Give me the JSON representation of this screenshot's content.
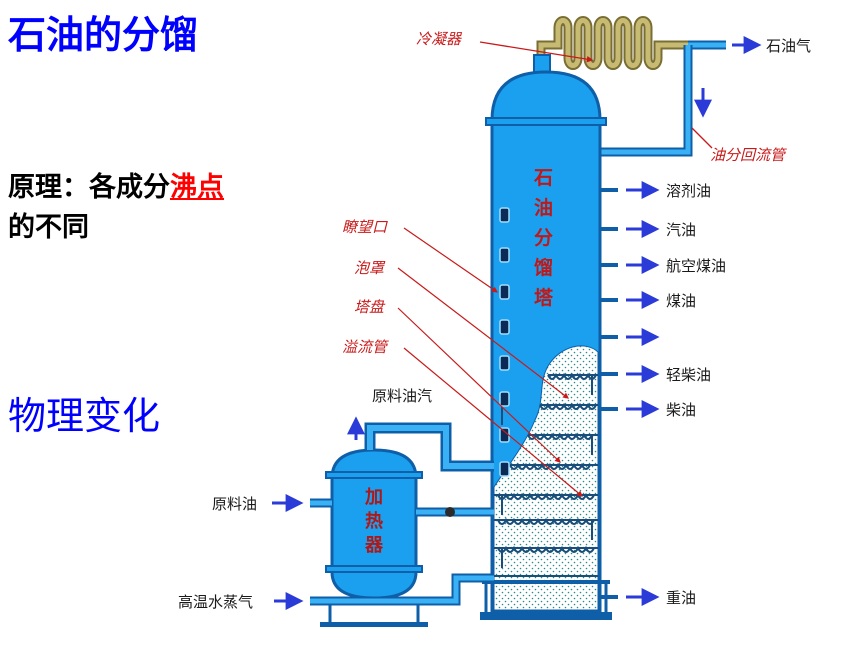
{
  "title": "石油的分馏",
  "principle": {
    "prefix": "原理：各成分",
    "highlight": "沸点",
    "suffix": "的不同"
  },
  "physical_change": "物理变化",
  "diagram": {
    "condenser": "冷凝器",
    "petroleum_gas": "石油气",
    "reflux_pipe": "油分回流管",
    "tower_chars": [
      "石",
      "油",
      "分",
      "馏",
      "塔"
    ],
    "heater_chars": [
      "加",
      "热",
      "器"
    ],
    "callouts": [
      "瞭望口",
      "泡罩",
      "塔盘",
      "溢流管"
    ],
    "crude_vapor": "原料油汽",
    "crude_oil": "原料油",
    "steam": "高温水蒸气",
    "products": [
      "溶剂油",
      "汽油",
      "航空煤油",
      "煤油",
      "",
      "轻柴油",
      "柴油"
    ],
    "heavy_oil": "重油",
    "colors": {
      "title": "#0000ff",
      "highlight": "#ff0000",
      "tower": "#1aa0ee",
      "pipe": "#1e90e0",
      "condenser": "#a89a50",
      "arrow": "#2a3bd8",
      "label_red": "#c81a1a"
    }
  }
}
